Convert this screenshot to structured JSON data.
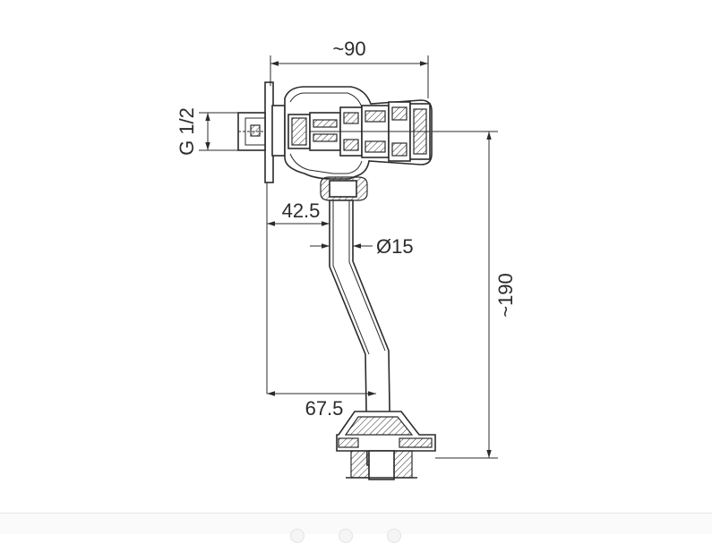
{
  "drawing": {
    "dimensions": {
      "width_total": "~90",
      "thread": "G 1/2",
      "offset_upper": "42.5",
      "pipe_diameter": "Ø15",
      "height_total": "~190",
      "offset_lower": "67.5"
    }
  },
  "colors": {
    "line": "#2b2b2b",
    "background": "#ffffff"
  }
}
